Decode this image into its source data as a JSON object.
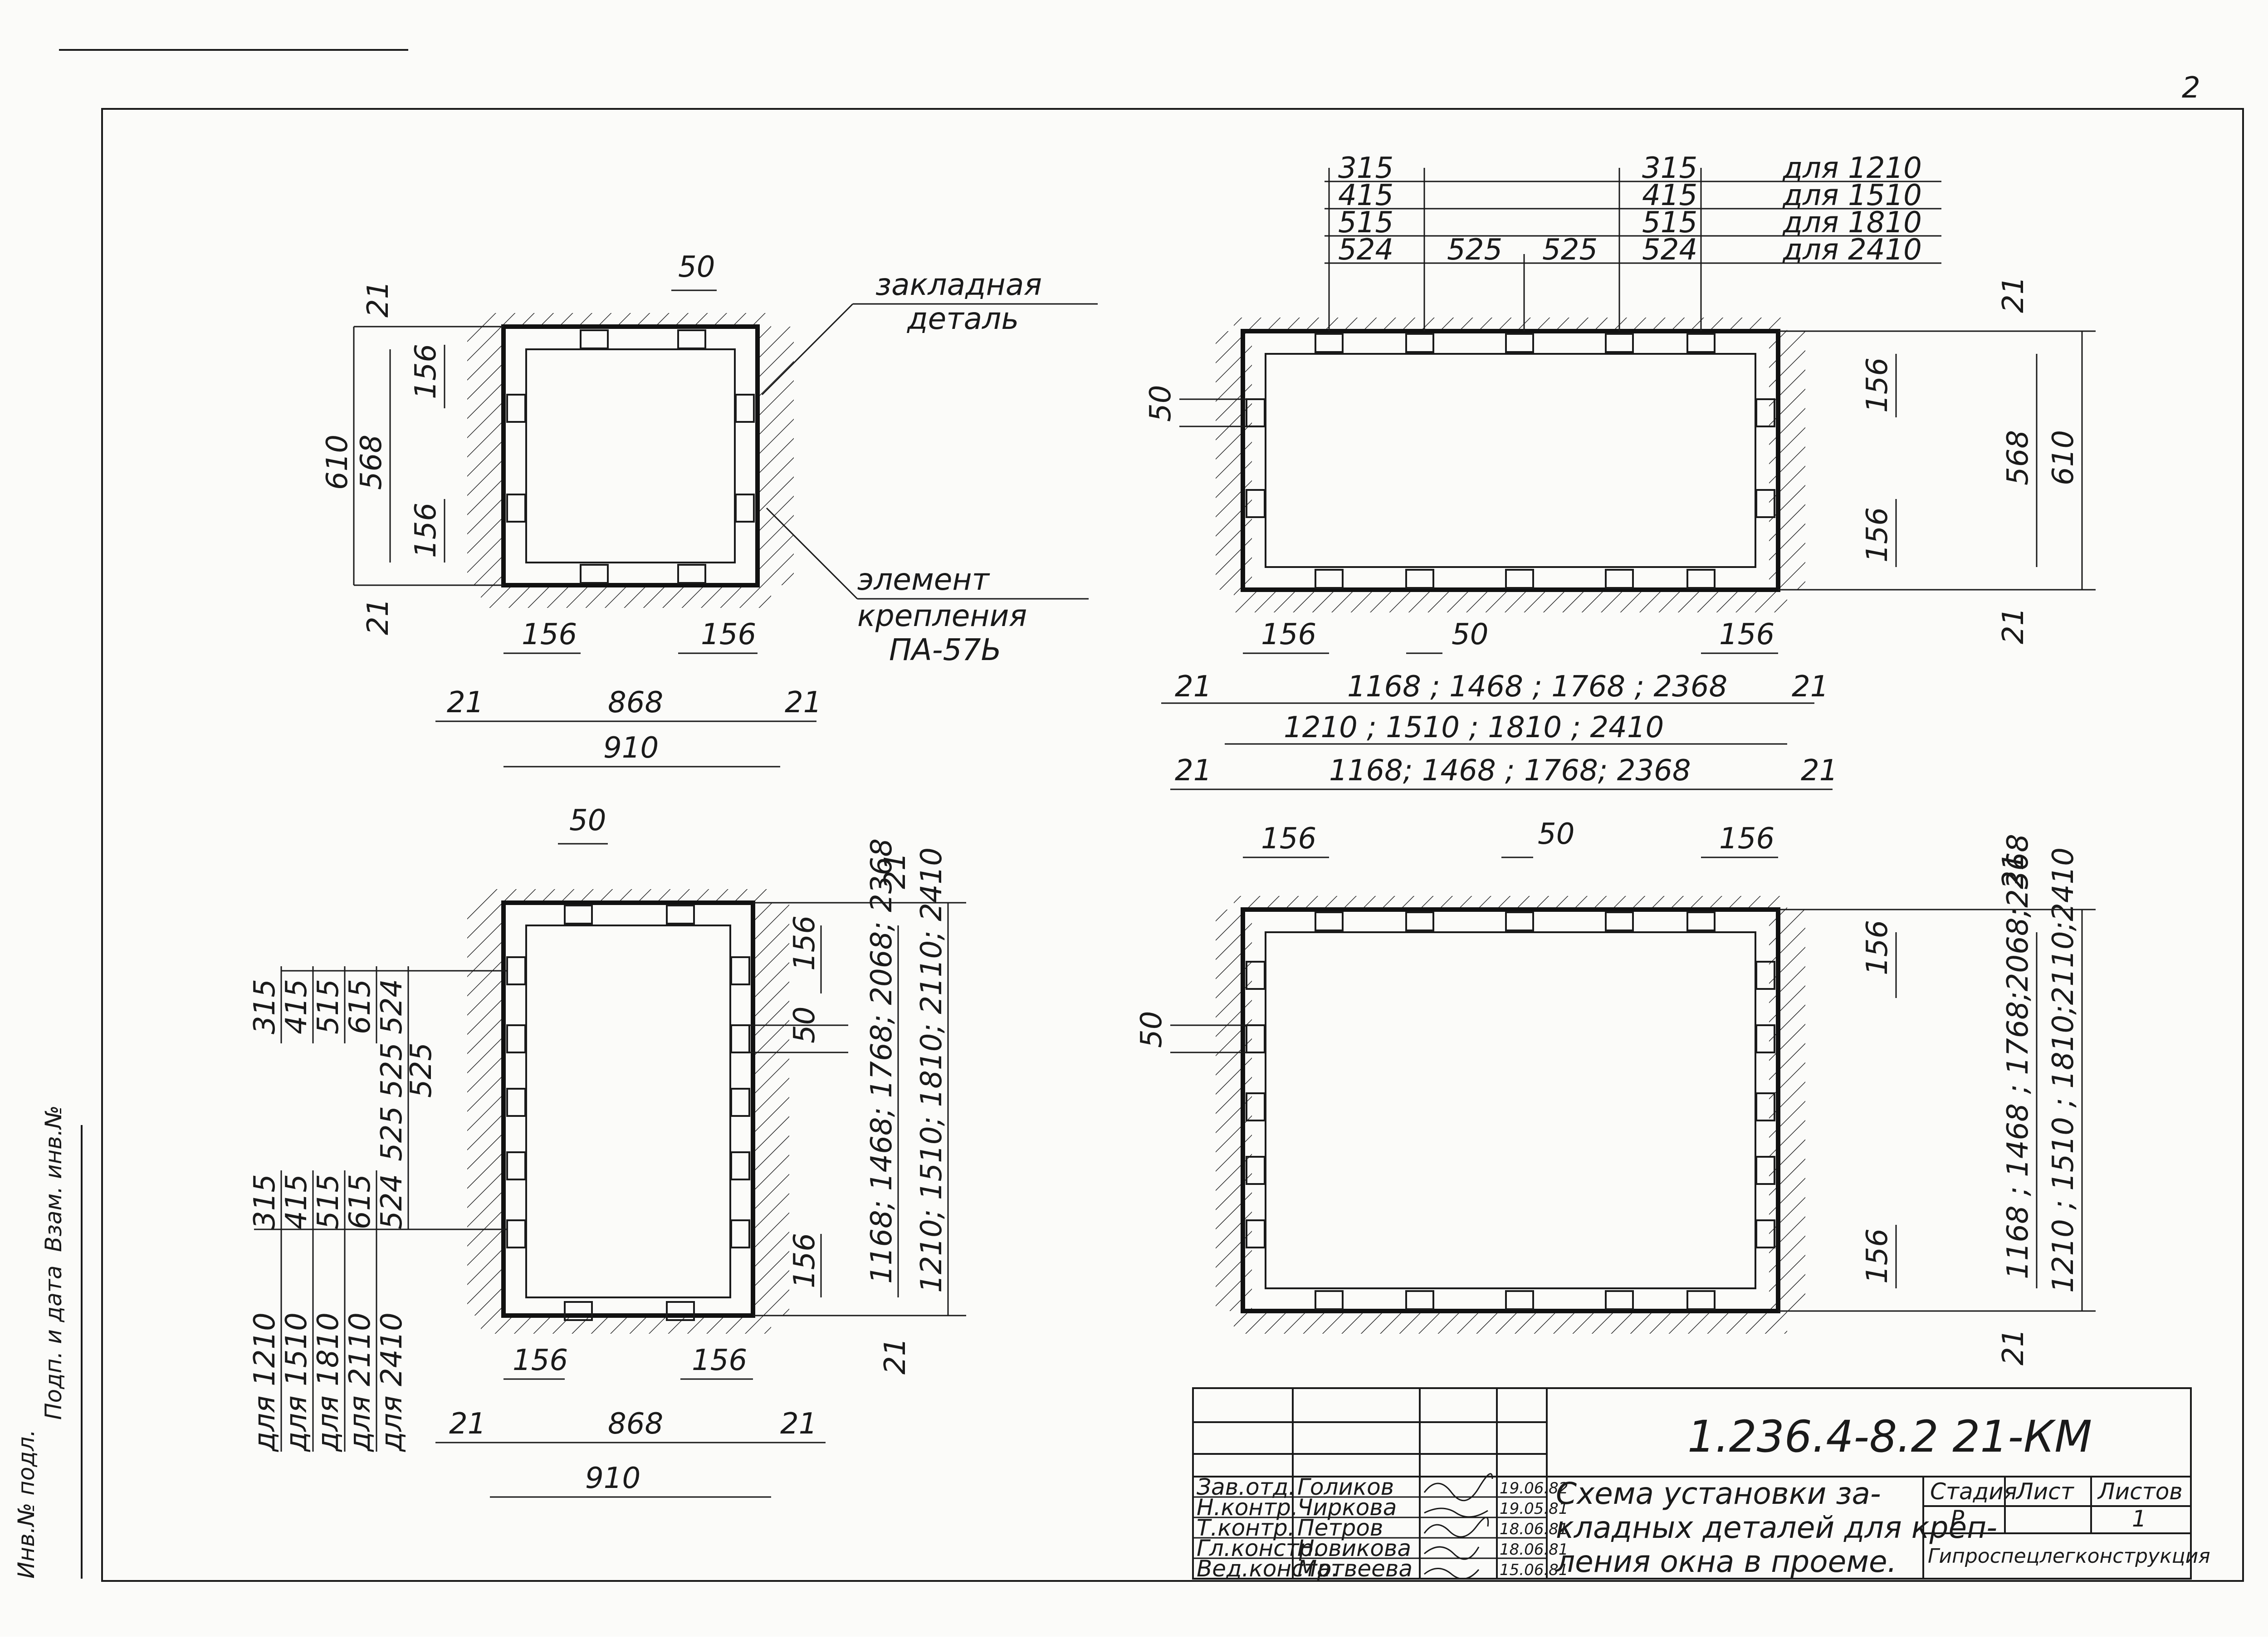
{
  "sheet_number": "2",
  "left_stamp": {
    "line1": "Инв.№ подл.",
    "line2": "Подп. и дата",
    "line3": "Взам. инв.№"
  },
  "callouts": {
    "embedded_part": [
      "закладная",
      "деталь"
    ],
    "fastening_element": [
      "элемент",
      "крепления",
      "ПА-57Ь"
    ]
  },
  "fig1": {
    "top_50": "50",
    "left_outer": "610",
    "left_inner": "568",
    "left_top_156": "156",
    "left_bottom_156": "156",
    "top_21": "21",
    "bottom_21": "21",
    "bottom_156_left": "156",
    "bottom_156_right": "156",
    "inner_width": "868",
    "side_21_left": "21",
    "side_21_right": "21",
    "outer_width": "910"
  },
  "fig2": {
    "top_rows": [
      {
        "left": "315",
        "right": "315",
        "label": "для 1210"
      },
      {
        "left": "415",
        "right": "415",
        "label": "для 1510"
      },
      {
        "left": "515",
        "right": "515",
        "label": "для 1810"
      },
      {
        "left": "524",
        "right": "524",
        "label": "для 2410"
      }
    ],
    "mid_525a": "525",
    "mid_525b": "525",
    "left_50": "50",
    "right_top_156": "156",
    "right_bottom_156": "156",
    "right_inner": "568",
    "right_outer": "610",
    "top_21": "21",
    "bottom_21": "21",
    "bottom_156_left": "156",
    "bottom_50": "50",
    "bottom_156_right": "156",
    "side_21_left": "21",
    "side_21_right": "21",
    "inner_widths": "1168 ; 1468 ; 1768 ; 2368",
    "outer_widths": "1210 ; 1510 ; 1810 ; 2410"
  },
  "fig3": {
    "top_50": "50",
    "top_21": "21",
    "right_156": "156",
    "right_50": "50",
    "right_bottom_156": "156",
    "left_cols_top": [
      "315",
      "415",
      "515",
      "615",
      "524"
    ],
    "left_mid": [
      "525",
      "525",
      "525"
    ],
    "left_cols_bottom": [
      "315",
      "415",
      "515",
      "615",
      "524"
    ],
    "left_labels": [
      "для 1210",
      "для 1510",
      "для 1810",
      "для 2110",
      "для 2410"
    ],
    "heights_inner": "1168; 1468; 1768; 2068; 2368",
    "heights_outer": "1210; 1510; 1810; 2110; 2410",
    "bottom_21": "21",
    "bottom_156_left": "156",
    "bottom_156_right": "156",
    "side_21_left": "21",
    "side_21_right": "21",
    "inner_width": "868",
    "outer_width": "910"
  },
  "fig4": {
    "side_21_left": "21",
    "side_21_right": "21",
    "inner_widths": "1168; 1468 ; 1768; 2368",
    "top_156_left": "156",
    "top_50": "50",
    "top_156_right": "156",
    "left_50": "50",
    "top_21": "21",
    "right_top_156": "156",
    "right_bottom_156": "156",
    "heights_inner": "1168 ; 1468 ; 1768;2068;2368",
    "heights_outer": "1210 ; 1510 ; 1810;2110;2410",
    "bottom_21": "21"
  },
  "title_block": {
    "code": "1.236.4-8.2   21-КМ",
    "title_lines": [
      "Схема установки за-",
      "кладных деталей для креп-",
      "ления окна в проеме."
    ],
    "stage_label": "Стадия",
    "sheet_label": "Лист",
    "sheets_label": "Листов",
    "stage_value": "Р",
    "sheet_value": "1",
    "organization": "Гипроспецлегконструкция",
    "rows": [
      {
        "role": "Зав.отд.",
        "name": "Голиков",
        "date": "19.06.82"
      },
      {
        "role": "Н.контр.",
        "name": "Чиркова",
        "date": "19.05.81"
      },
      {
        "role": "Т.контр.",
        "name": "Петров",
        "date": "18.06.81"
      },
      {
        "role": "Гл.констр.",
        "name": "Новикова",
        "date": "18.06.81"
      },
      {
        "role": "Вед.констр.",
        "name": "Матвеева",
        "date": "15.06.81"
      }
    ]
  }
}
